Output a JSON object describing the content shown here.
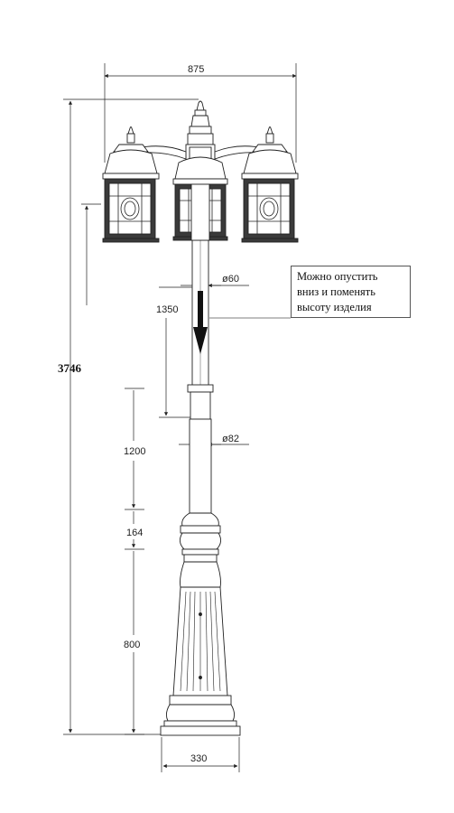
{
  "diagram": {
    "dimensions": {
      "total_height": "3746",
      "width_top": "875",
      "lowering_range": "1350",
      "shaft_upper_diameter": "ø60",
      "shaft_lower_diameter": "ø82",
      "shaft_section": "1200",
      "collar_section": "164",
      "base_section": "800",
      "base_width": "330"
    },
    "note": {
      "line1": "Можно опустить",
      "line2": "вниз и поменять",
      "line3": "высоту изделия"
    },
    "colors": {
      "line": "#222222",
      "lantern_fill": "#3a3a3a",
      "glass": "#ffffff",
      "arrow": "#111111"
    }
  }
}
